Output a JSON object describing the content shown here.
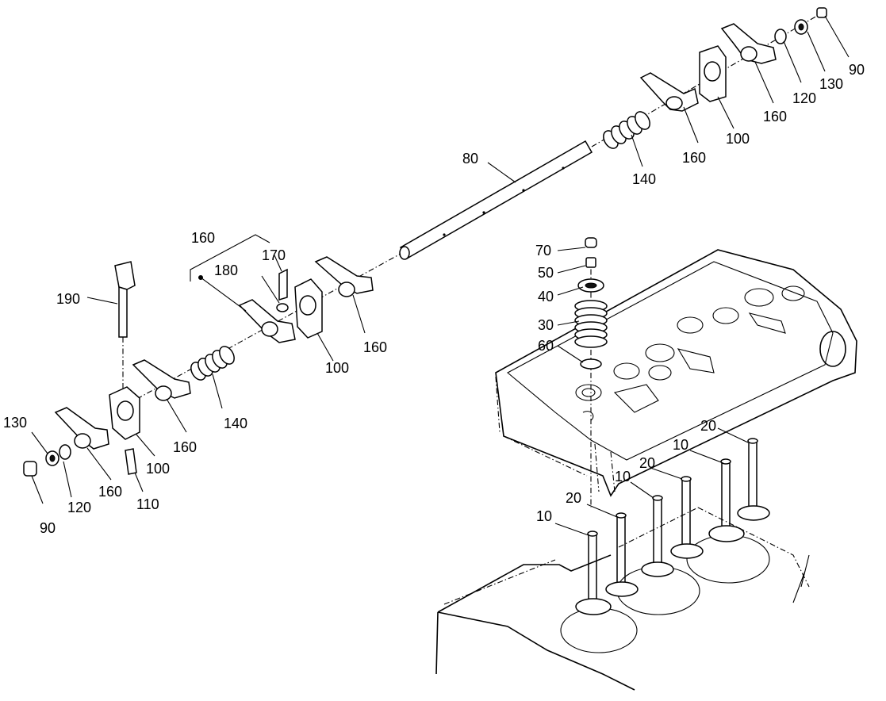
{
  "callouts": [
    {
      "id": "c1",
      "text": "90"
    },
    {
      "id": "c2",
      "text": "130"
    },
    {
      "id": "c3",
      "text": "120"
    },
    {
      "id": "c4",
      "text": "160"
    },
    {
      "id": "c5",
      "text": "100"
    },
    {
      "id": "c6",
      "text": "160"
    },
    {
      "id": "c7",
      "text": "140"
    },
    {
      "id": "c8",
      "text": "80"
    },
    {
      "id": "c9",
      "text": "160"
    },
    {
      "id": "c10",
      "text": "170"
    },
    {
      "id": "c11",
      "text": "180"
    },
    {
      "id": "c12",
      "text": "160"
    },
    {
      "id": "c13",
      "text": "100"
    },
    {
      "id": "c14",
      "text": "190"
    },
    {
      "id": "c15",
      "text": "140"
    },
    {
      "id": "c16",
      "text": "160"
    },
    {
      "id": "c17",
      "text": "100"
    },
    {
      "id": "c18",
      "text": "130"
    },
    {
      "id": "c19",
      "text": "160"
    },
    {
      "id": "c20",
      "text": "110"
    },
    {
      "id": "c21",
      "text": "120"
    },
    {
      "id": "c22",
      "text": "90"
    },
    {
      "id": "c23",
      "text": "70"
    },
    {
      "id": "c24",
      "text": "50"
    },
    {
      "id": "c25",
      "text": "40"
    },
    {
      "id": "c26",
      "text": "30"
    },
    {
      "id": "c27",
      "text": "60"
    },
    {
      "id": "c28",
      "text": "20"
    },
    {
      "id": "c29",
      "text": "10"
    },
    {
      "id": "c30",
      "text": "20"
    },
    {
      "id": "c31",
      "text": "10"
    },
    {
      "id": "c32",
      "text": "20"
    },
    {
      "id": "c33",
      "text": "10"
    }
  ]
}
